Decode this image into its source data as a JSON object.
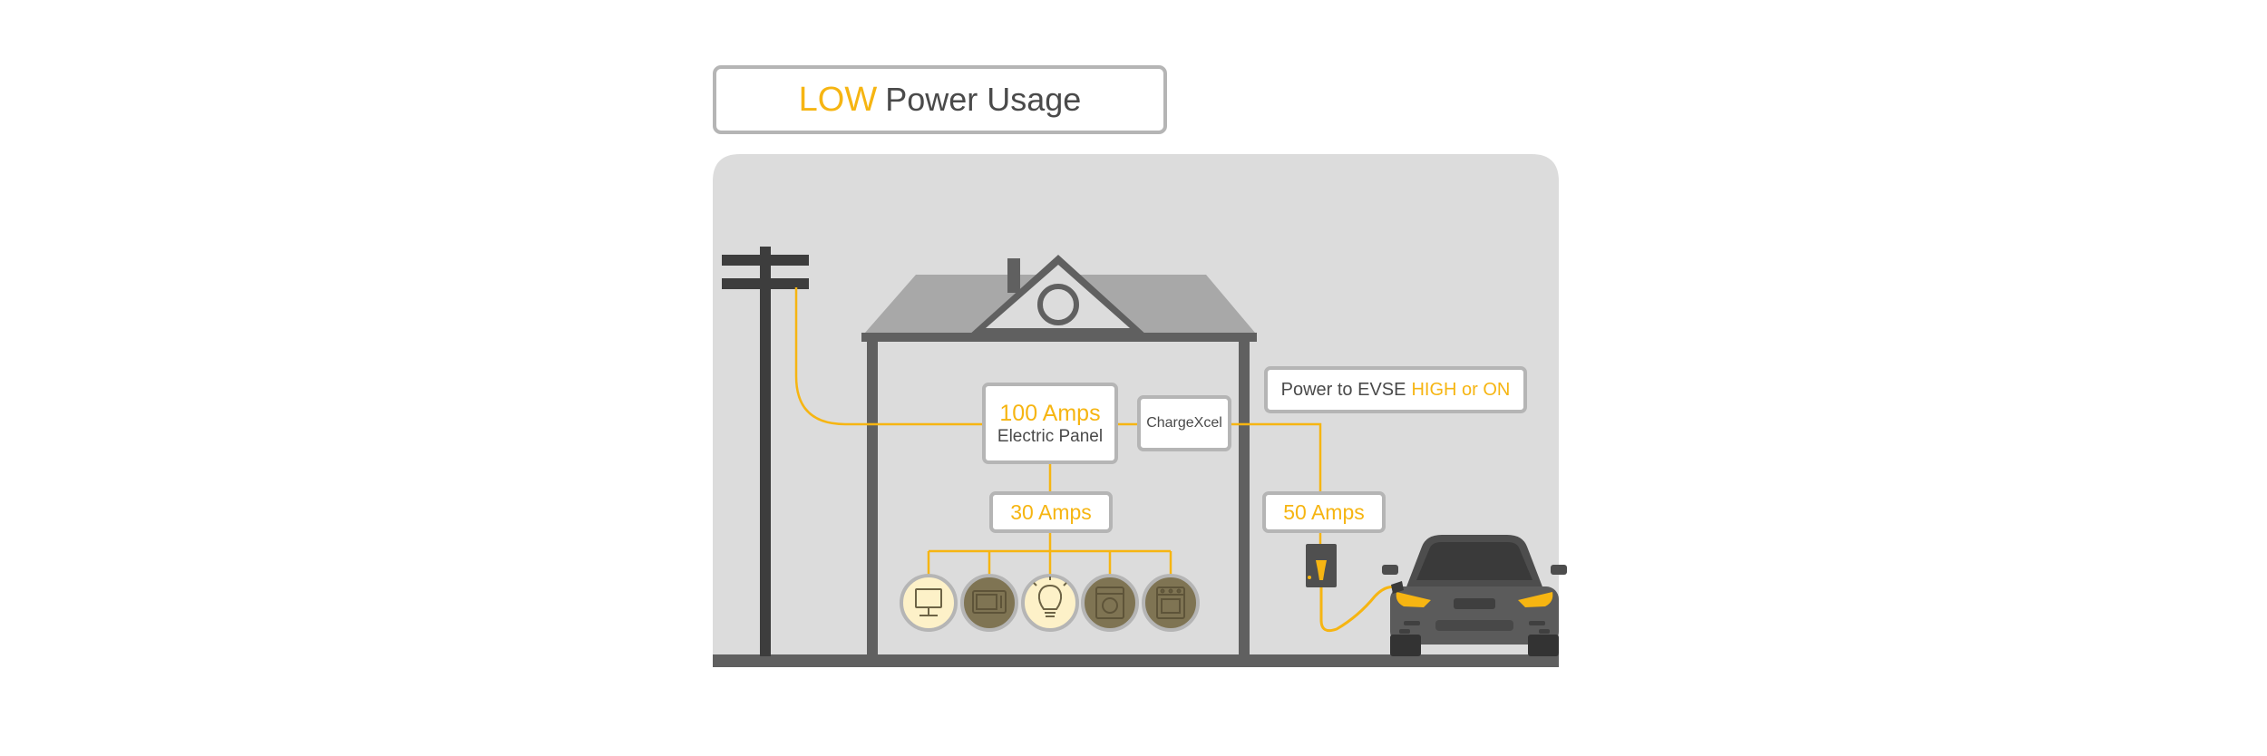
{
  "title": {
    "accent": "LOW",
    "rest": "Power Usage"
  },
  "panel": {
    "amps": "100 Amps",
    "label": "Electric Panel"
  },
  "chargexcel": {
    "label": "ChargeXcel"
  },
  "evse": {
    "text": "Power to EVSE",
    "accent": "HIGH or ON"
  },
  "circuit_house": {
    "label": "30 Amps"
  },
  "circuit_evse": {
    "label": "50 Amps"
  },
  "appliances": [
    {
      "icon": "computer-icon",
      "active": true
    },
    {
      "icon": "microwave-icon",
      "active": false
    },
    {
      "icon": "light-bulb-icon",
      "active": true
    },
    {
      "icon": "washing-machine-icon",
      "active": false
    },
    {
      "icon": "oven-icon",
      "active": false
    }
  ],
  "colors": {
    "accent": "#f6b512",
    "background_panel": "#dcdcdc",
    "structure": "#606060",
    "pole": "#3d3d3d",
    "roof": "#a8a8a8",
    "appliance_active": "#fdf1c8",
    "appliance_inactive": "#7f7453"
  }
}
